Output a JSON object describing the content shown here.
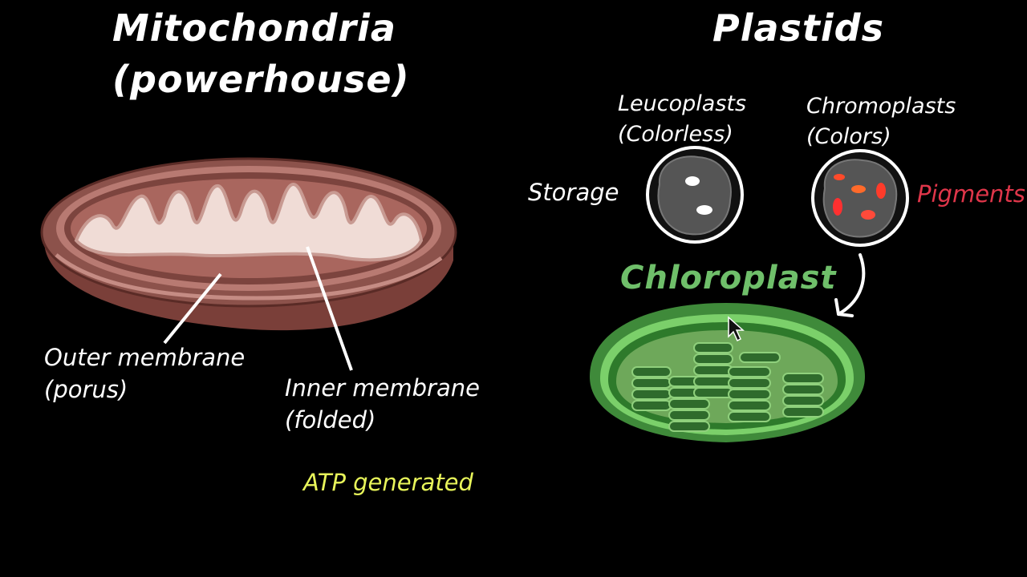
{
  "mitochondria": {
    "title": "Mitochondria",
    "subtitle": "(powerhouse)",
    "outer_membrane": "Outer membrane",
    "outer_note": "(porus)",
    "inner_membrane": "Inner membrane",
    "inner_note": "(folded)",
    "atp": "ATP generated"
  },
  "plastids": {
    "title": "Plastids",
    "leucoplasts": "Leucoplasts",
    "leucoplasts_note": "(Colorless)",
    "chromoplasts": "Chromoplasts",
    "chromoplasts_note": "(Colors)",
    "storage": "Storage",
    "pigments": "Pigments",
    "chloroplast": "Chloroplast"
  },
  "colors": {
    "background": "#000000",
    "text": "#ffffff",
    "atp": "#e8f55a",
    "pigments": "#e0364a",
    "chloroplast_label": "#6fbf6a",
    "mito_outer": "#8a4e47",
    "mito_inner": "#f0dcd6"
  },
  "icons": [
    "mouse-cursor-icon",
    "curved-arrow-icon"
  ]
}
